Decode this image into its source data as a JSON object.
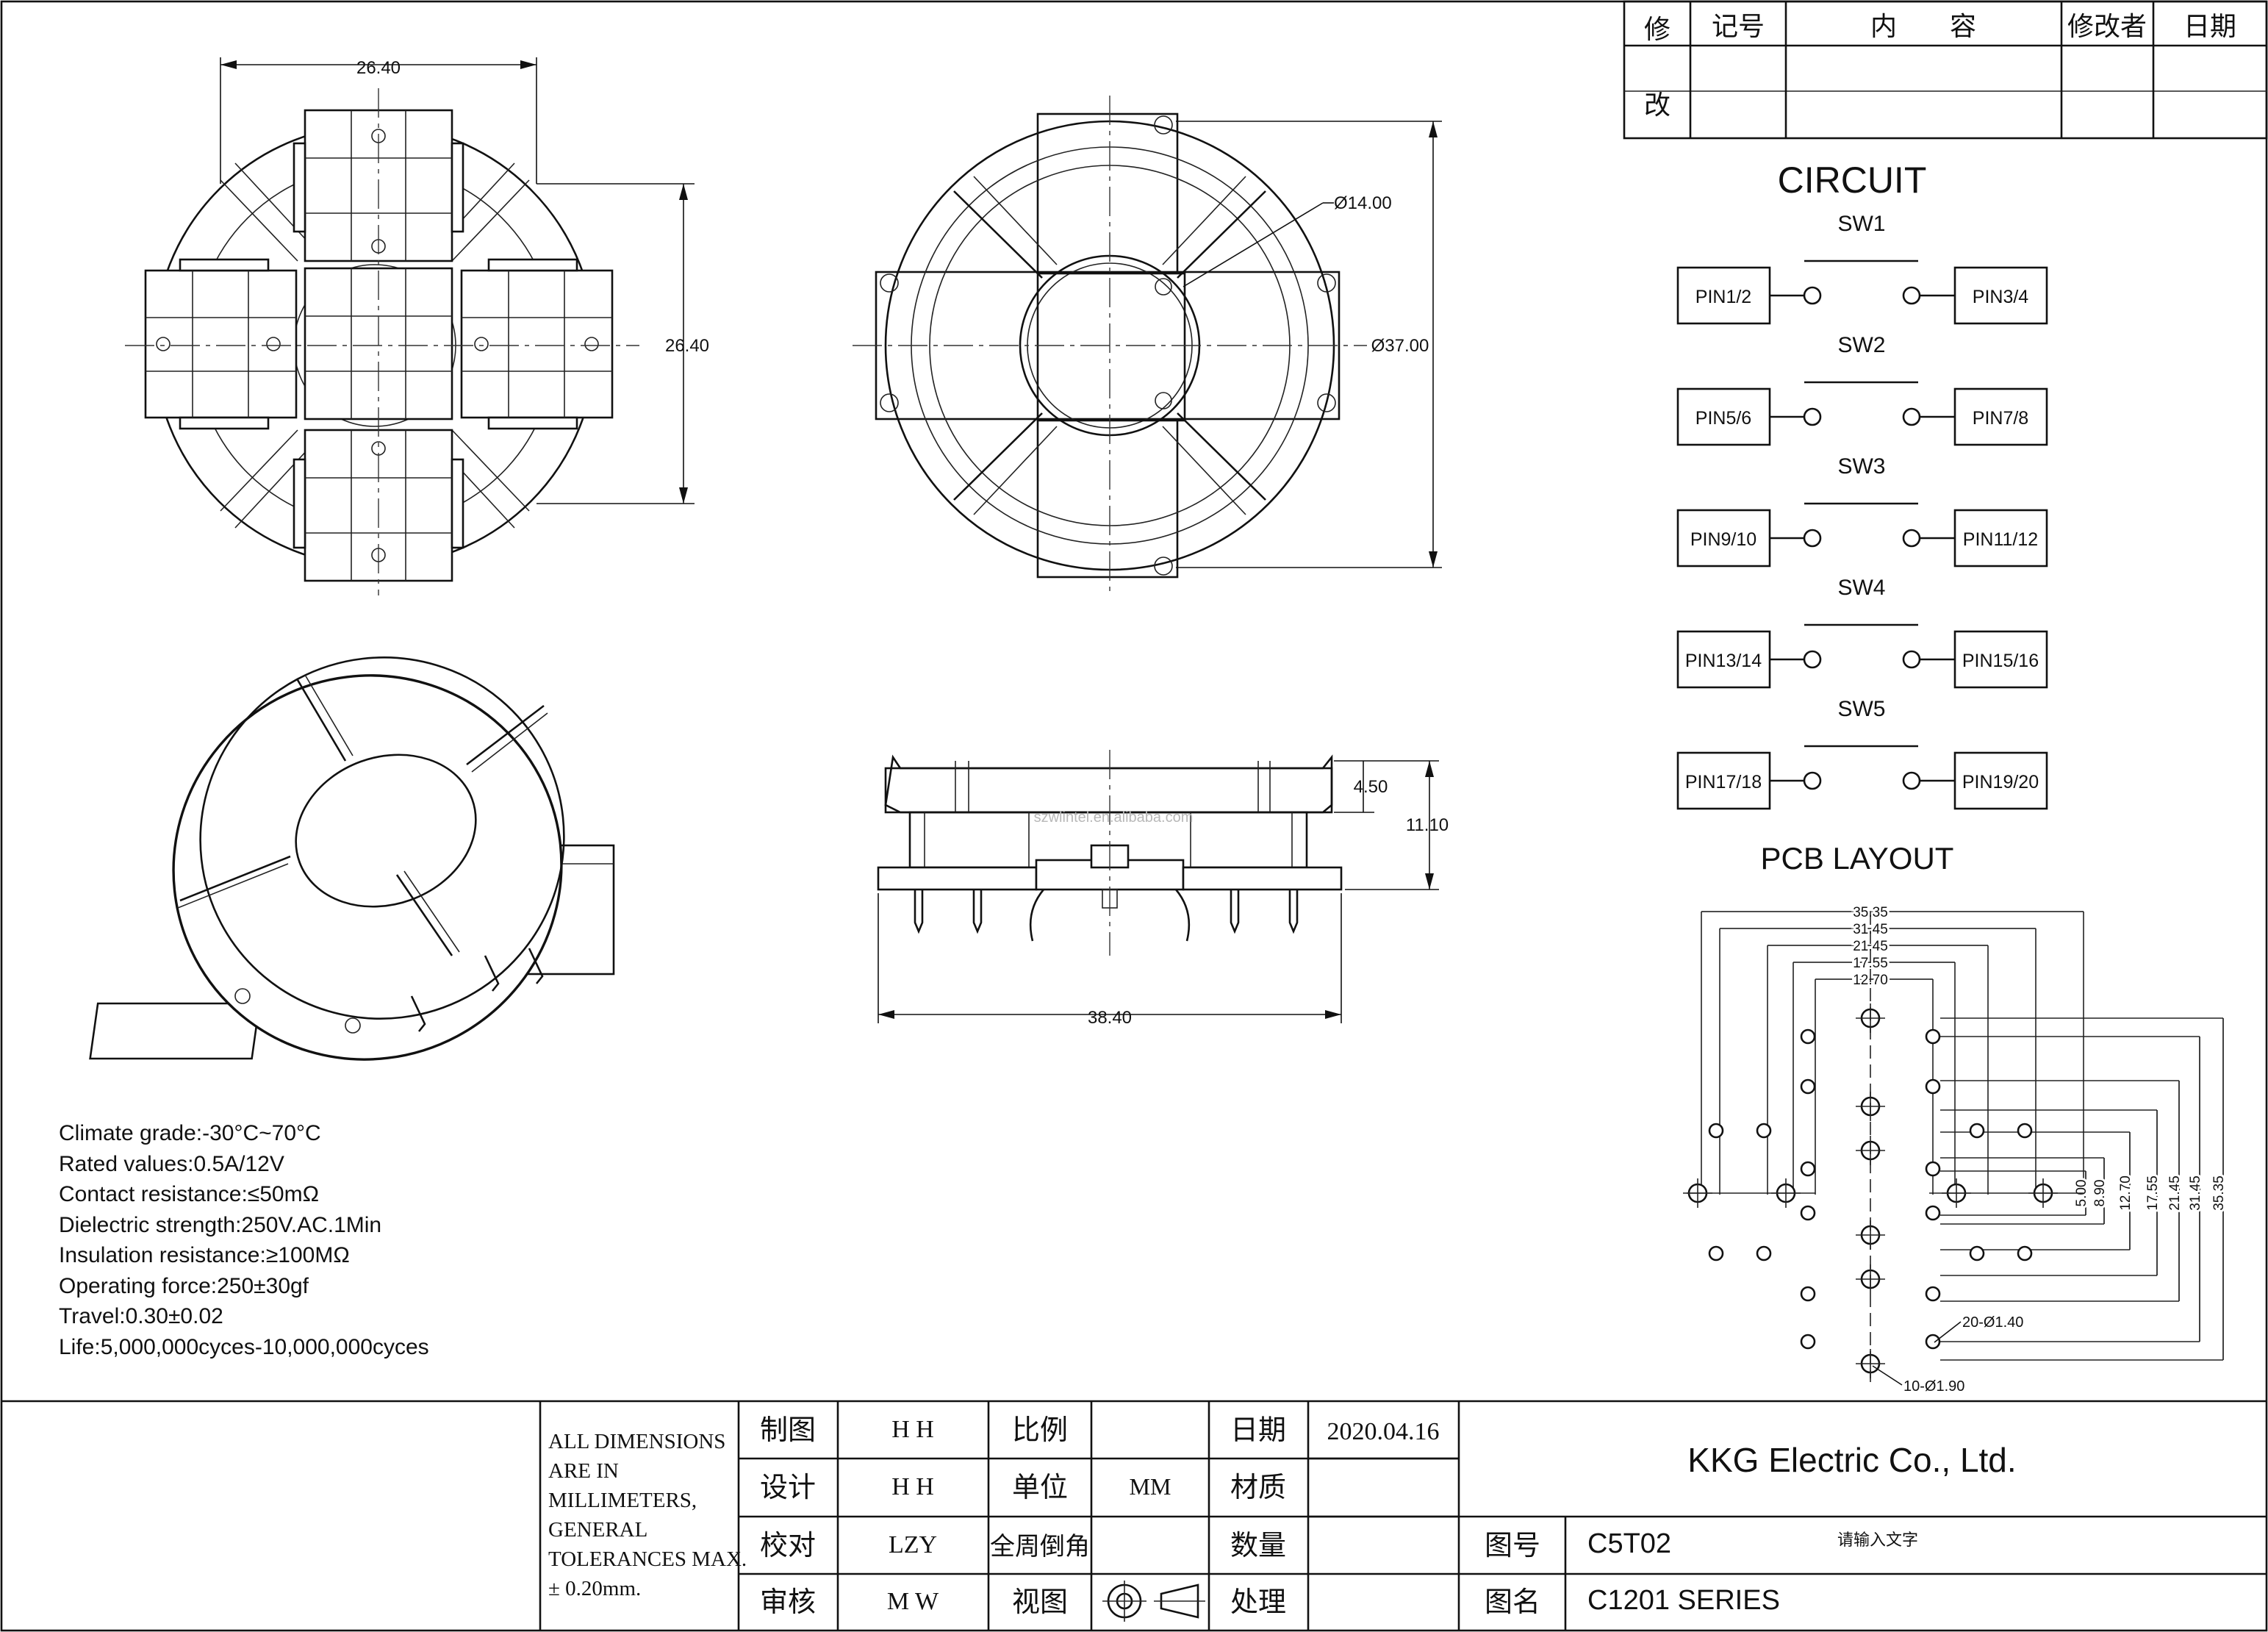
{
  "revision_table": {
    "headers": [
      "修",
      "记号",
      "内　　容",
      "修改者",
      "日期"
    ],
    "row2_label": "改"
  },
  "circuit": {
    "title": "CIRCUIT",
    "switches": [
      {
        "name": "SW1",
        "left_pin": "PIN1/2",
        "right_pin": "PIN3/4"
      },
      {
        "name": "SW2",
        "left_pin": "PIN5/6",
        "right_pin": "PIN7/8"
      },
      {
        "name": "SW3",
        "left_pin": "PIN9/10",
        "right_pin": "PIN11/12"
      },
      {
        "name": "SW4",
        "left_pin": "PIN13/14",
        "right_pin": "PIN15/16"
      },
      {
        "name": "SW5",
        "left_pin": "PIN17/18",
        "right_pin": "PIN19/20"
      }
    ]
  },
  "pcb_layout": {
    "title": "PCB LAYOUT",
    "horizontal_dims": [
      "35.35",
      "31.45",
      "21.45",
      "17.55",
      "12.70"
    ],
    "vertical_dims": [
      "5.00",
      "8.90",
      "12.70",
      "17.55",
      "21.45",
      "31.45",
      "35.35"
    ],
    "hole_note_small": "20-Ø1.40",
    "hole_note_large": "10-Ø1.90"
  },
  "top_view": {
    "width_dim": "26.40",
    "height_dim": "26.40"
  },
  "front_view": {
    "hole_dim": "Ø14.00",
    "outer_dim": "Ø37.00"
  },
  "side_view": {
    "height_top": "4.50",
    "height_total": "11.10",
    "width": "38.40",
    "watermark": "szwlintel.en.alibaba.com"
  },
  "specs": [
    "Climate grade:-30°C~70°C",
    "Rated values:0.5A/12V",
    "Contact resistance:≤50mΩ",
    "Dielectric strength:250V.AC.1Min",
    "Insulation resistance:≥100MΩ",
    "Operating force:250±30gf",
    "Travel:0.30±0.02",
    "Life:5,000,000cyces-10,000,000cyces"
  ],
  "title_block": {
    "tolerance_note": [
      "ALL DIMENSIONS",
      "ARE IN",
      "MILLIMETERS,",
      "GENERAL",
      "TOLERANCES MAX.",
      "± 0.20mm."
    ],
    "drawn_label": "制图",
    "drawn_value": "H H",
    "scale_label": "比例",
    "date_label": "日期",
    "date_value": "2020.04.16",
    "design_label": "设计",
    "design_value": "H H",
    "unit_label": "单位",
    "unit_value": "MM",
    "material_label": "材质",
    "check_label": "校对",
    "check_value": "LZY",
    "chamfer_label": "全周倒角",
    "quantity_label": "数量",
    "drawing_no_label": "图号",
    "drawing_no_value": "C5T02",
    "placeholder_text": "请输入文字",
    "review_label": "审核",
    "review_value": "M W",
    "view_label": "视图",
    "process_label": "处理",
    "name_label": "图名",
    "name_value": "C1201 SERIES",
    "company": "KKG Electric Co., Ltd."
  }
}
